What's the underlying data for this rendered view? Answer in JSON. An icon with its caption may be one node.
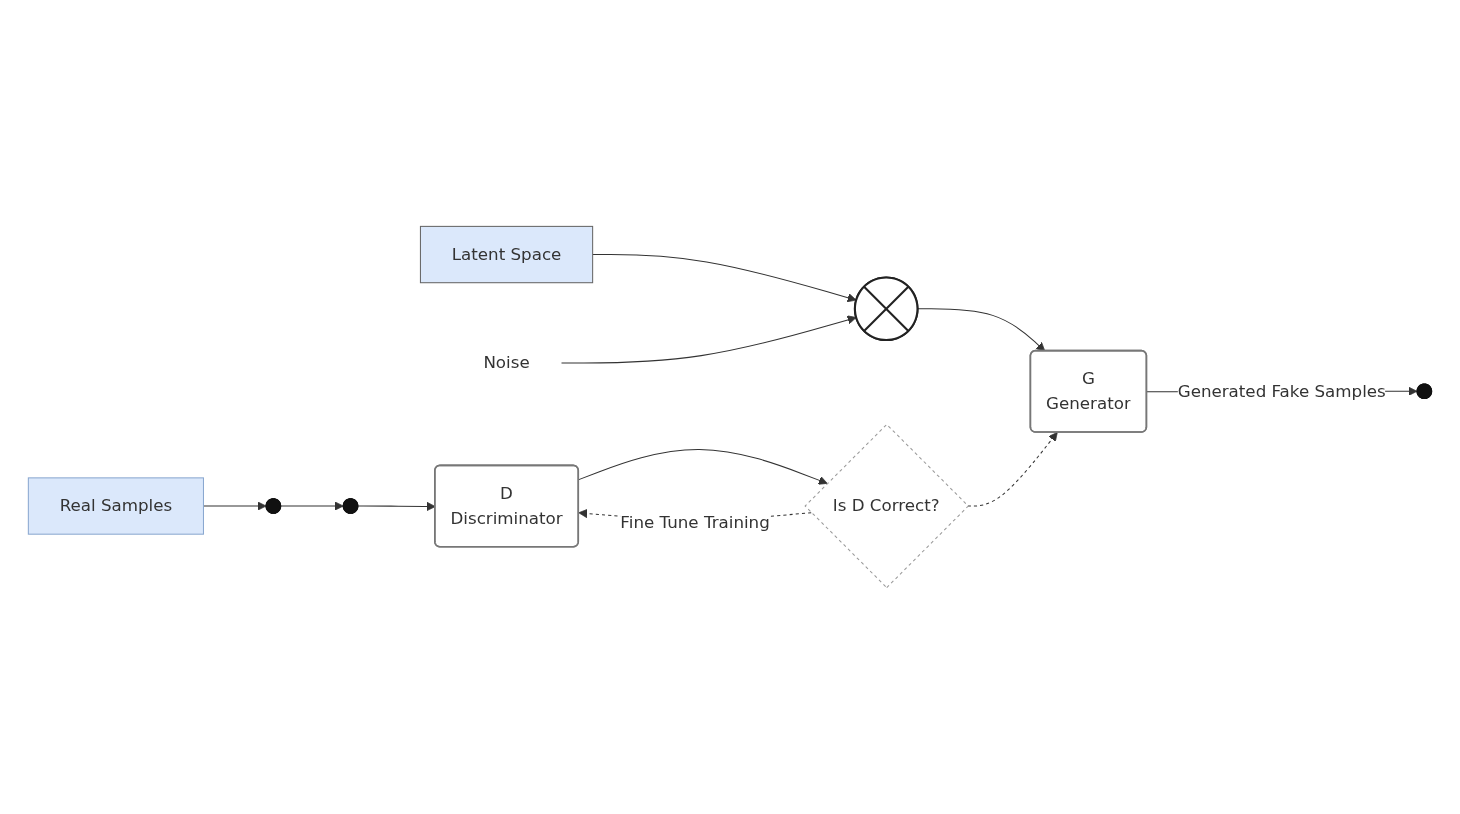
{
  "diagram": {
    "nodes": [
      {
        "text": [
          "Latent Space"
        ]
      },
      {
        "text": [
          "Real Samples"
        ]
      },
      {
        "text": [],
        "shape": "circle"
      },
      {
        "text": [
          "Noise"
        ]
      },
      {
        "text": [
          "G",
          "Generator"
        ]
      },
      {
        "text": [],
        "shape": "circle"
      },
      {
        "text": [],
        "shape": "circle"
      },
      {
        "text": [],
        "shape": "circle"
      },
      {
        "text": [
          "D",
          "Discriminator"
        ]
      },
      {
        "text": [
          "Is D Correct?"
        ]
      }
    ],
    "edges": [
      {
        "from": 0,
        "to": 2,
        "arrow": "to"
      },
      {
        "from": 3,
        "to": 2,
        "arrow": "to"
      },
      {
        "from": 2,
        "to": 4,
        "arrow": "to"
      },
      {
        "from": 1,
        "to": 5,
        "arrow": "to"
      },
      {
        "from": 4,
        "to": 6,
        "arrow": "to",
        "label": "Generated Fake Samples"
      },
      {
        "from": 5,
        "to": 7,
        "arrow": "to"
      },
      {
        "from": 7,
        "to": 8,
        "arrow": "to"
      },
      {
        "from": 8,
        "to": 9,
        "arrow": "to"
      },
      {
        "from": 9,
        "to": 8,
        "arrow": "to",
        "style": "dashed",
        "label": "Fine Tune Training"
      },
      {
        "from": 9,
        "to": 4,
        "arrow": "to",
        "style": "dashed"
      }
    ]
  }
}
